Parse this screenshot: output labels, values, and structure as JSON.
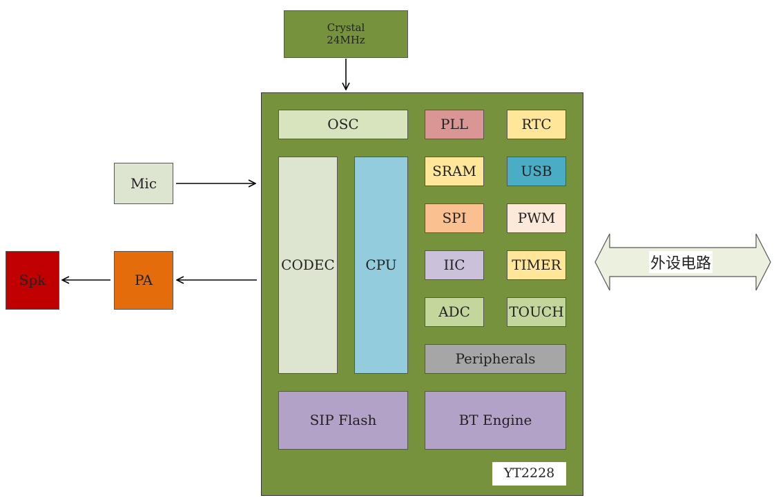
{
  "crystal": {
    "line1": "Crystal",
    "line2": "24MHz"
  },
  "chip": {
    "name": "YT2228",
    "blocks": {
      "osc": "OSC",
      "codec": "CODEC",
      "cpu": "CPU",
      "pll": "PLL",
      "rtc": "RTC",
      "sram": "SRAM",
      "usb": "USB",
      "spi": "SPI",
      "pwm": "PWM",
      "iic": "IIC",
      "timer": "TIMER",
      "adc": "ADC",
      "touch": "TOUCH",
      "peripherals": "Peripherals",
      "sip_flash": "SIP Flash",
      "bt_engine": "BT Engine"
    }
  },
  "external": {
    "mic": "Mic",
    "pa": "PA",
    "spk": "Spk",
    "peripheral_circuit": "外设电路"
  }
}
